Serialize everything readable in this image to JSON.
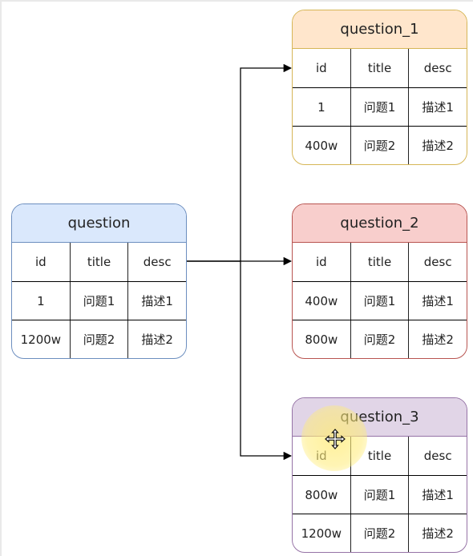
{
  "tables": {
    "question": {
      "title": "question",
      "columns": [
        "id",
        "title",
        "desc"
      ],
      "rows": [
        [
          "1",
          "问题1",
          "描述1"
        ],
        [
          "1200w",
          "问题2",
          "描述2"
        ]
      ]
    },
    "question_1": {
      "title": "question_1",
      "columns": [
        "id",
        "title",
        "desc"
      ],
      "rows": [
        [
          "1",
          "问题1",
          "描述1"
        ],
        [
          "400w",
          "问题2",
          "描述2"
        ]
      ]
    },
    "question_2": {
      "title": "question_2",
      "columns": [
        "id",
        "title",
        "desc"
      ],
      "rows": [
        [
          "400w",
          "问题1",
          "描述1"
        ],
        [
          "800w",
          "问题2",
          "描述2"
        ]
      ]
    },
    "question_3": {
      "title": "question_3",
      "columns": [
        "id",
        "title",
        "desc"
      ],
      "rows": [
        [
          "800w",
          "问题1",
          "描述1"
        ],
        [
          "1200w",
          "问题2",
          "描述2"
        ]
      ]
    }
  },
  "colors": {
    "question": {
      "fill": "#dae8fc",
      "stroke": "#6c8ebf"
    },
    "question_1": {
      "fill": "#ffe6cc",
      "stroke": "#d6b656"
    },
    "question_2": {
      "fill": "#f8cecc",
      "stroke": "#b85450"
    },
    "question_3": {
      "fill": "#e1d5e7",
      "stroke": "#9673a6"
    },
    "connector": "#000000"
  },
  "icons": {
    "cursor": "move-cursor-icon"
  }
}
